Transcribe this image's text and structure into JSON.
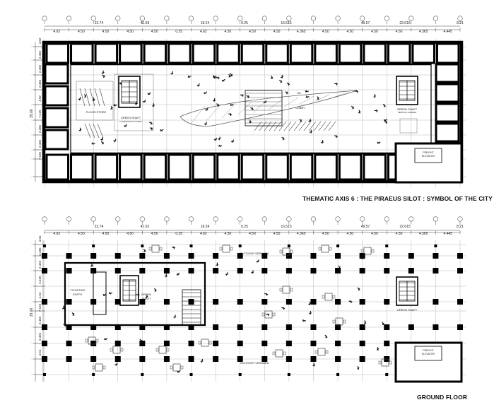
{
  "plans": [
    {
      "id": "upper",
      "caption": "THEMATIC AXIS 6 : THE PIRAEUS SILOT : SYMBOL OF THE CITY",
      "dims_top": [
        "22.74",
        "41.03",
        "18.24",
        "0.25",
        "16.515",
        "49.57",
        "22.615",
        "8.21"
      ],
      "dims_bottom": [
        "4.62",
        "4.50",
        "4.50",
        "4.50",
        "4.50",
        "0.25",
        "4.62",
        "4.50",
        "4.50",
        "4.50",
        "4.365",
        "4.50",
        "4.50",
        "4.50",
        "4.50",
        "4.365",
        "4.445"
      ],
      "dims_left_outer": [
        "29.00"
      ],
      "dims_left_inner": [
        "4.52",
        "2.465",
        "2.465",
        "2.465",
        "4.52",
        "7.125",
        "2.465",
        "2.465",
        "7.125"
      ],
      "labels": {
        "room_store": "FLOOR STORE",
        "green_shaft_1": "GREEN SHAFT",
        "green_shaft_1_sub": "HYDROPONIC SYSTEM",
        "lobby": "LOBBY",
        "lobby_ref": "DN",
        "green_shaft_2": "GREEN SHAFT",
        "green_shaft_2_sub": "VERTICAL GARDEN",
        "freight": "FREIGHT",
        "elevator": "ELEVATOR"
      }
    },
    {
      "id": "lower",
      "caption": "GROUND FLOOR",
      "dims_top": [
        "22.74",
        "41.03",
        "18.24",
        "0.25",
        "16.515",
        "49.57",
        "22.615",
        "8.21"
      ],
      "dims_bottom": [
        "4.62",
        "4.50",
        "4.50",
        "4.50",
        "4.50",
        "0.25",
        "4.62",
        "4.50",
        "4.50",
        "4.50",
        "4.365",
        "4.50",
        "4.50",
        "4.50",
        "4.50",
        "4.365",
        "4.445"
      ],
      "dims_left_outer": [
        "29.00"
      ],
      "dims_left_inner": [
        "4.54",
        "2.465",
        "2.465",
        "2.465",
        "4.52",
        "7.125",
        "2.465",
        "2.465",
        "4.54"
      ],
      "labels": {
        "ticketing": "TICKETING",
        "entry": "ENTRY",
        "green_shaft_1": "GREEN",
        "green_shaft_1b": "SHAFT",
        "outdoor_top": "OUTDOOR VERANDA",
        "outdoor_bottom": "OUTDOOR VERANDA",
        "green_shaft_2": "GREEN SHAFT",
        "freight": "FREIGHT",
        "elevator": "ELEVATOR"
      }
    }
  ]
}
